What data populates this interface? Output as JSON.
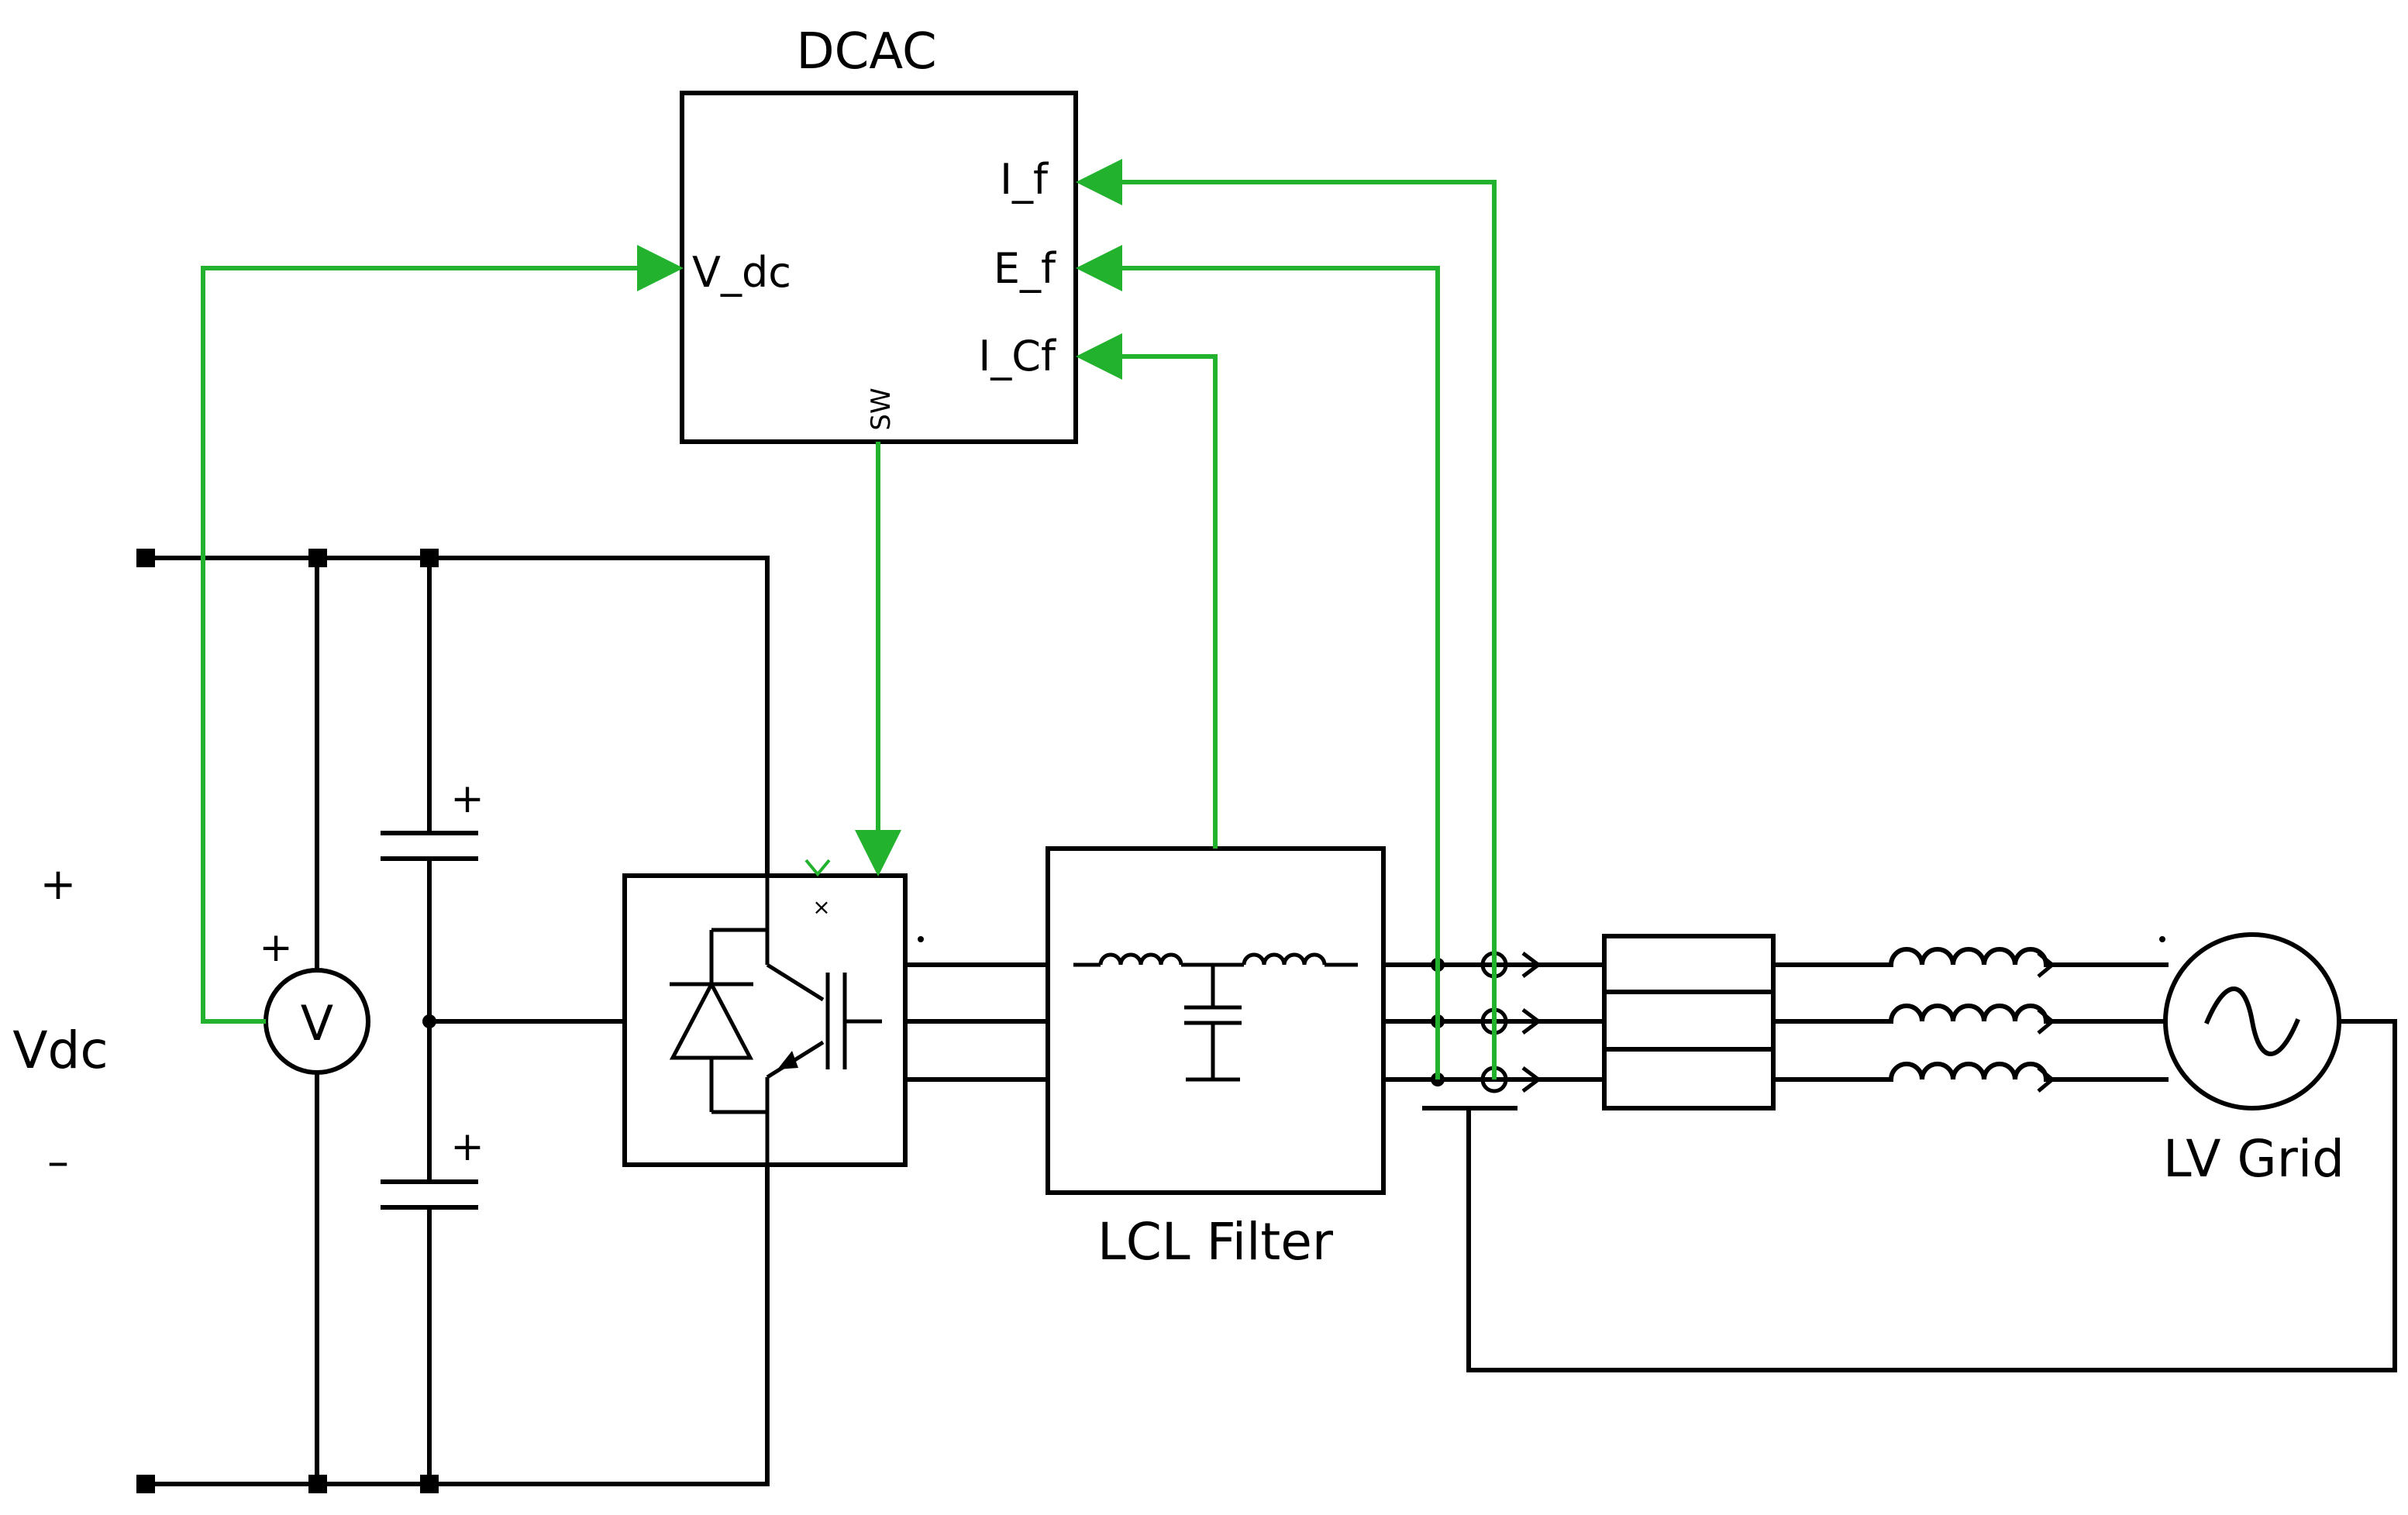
{
  "blocks": {
    "controller": {
      "title": "DCAC",
      "inputs": [
        "V_dc",
        "I_f",
        "E_f",
        "I_Cf"
      ],
      "output": "SW"
    },
    "filter": {
      "label": "LCL Filter"
    },
    "grid": {
      "label": "LV Grid"
    },
    "source": {
      "label": "Vdc",
      "plus": "+",
      "minus": "–"
    },
    "voltmeter": {
      "symbol": "V",
      "plus": "+"
    },
    "capacitors": {
      "plus": "+"
    }
  },
  "colors": {
    "signal": "#22b22e",
    "wire": "#000000",
    "background": "#ffffff"
  }
}
